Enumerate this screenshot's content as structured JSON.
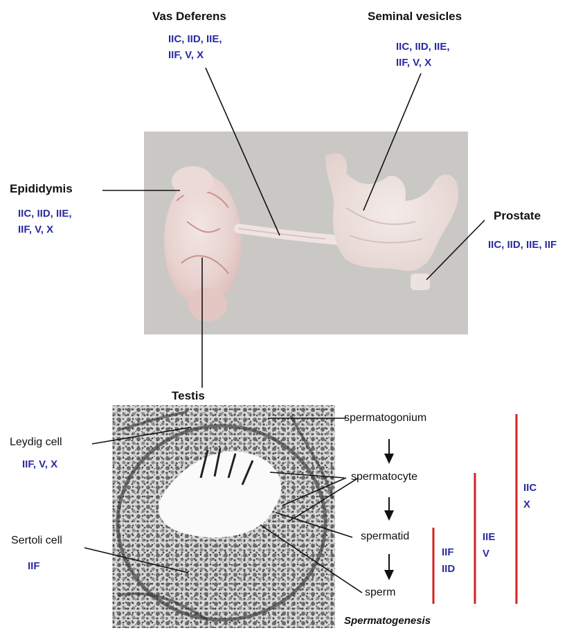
{
  "labels": {
    "vas_deferens": {
      "name": "Vas Deferens",
      "codes": [
        "IIC, IID, IIE,",
        "IIF, V, X"
      ]
    },
    "seminal_vesicles": {
      "name": "Seminal vesicles",
      "codes": [
        "IIC, IID, IIE,",
        "IIF, V, X"
      ]
    },
    "epididymis": {
      "name": "Epididymis",
      "codes": [
        "IIC, IID, IIE,",
        "IIF, V, X"
      ]
    },
    "prostate": {
      "name": "Prostate",
      "codes": [
        "IIC, IID, IIE, IIF"
      ]
    },
    "testis": {
      "name": "Testis"
    },
    "leydig": {
      "name": "Leydig cell",
      "codes": [
        "IIF, V, X"
      ]
    },
    "sertoli": {
      "name": "Sertoli cell",
      "codes": [
        "IIF"
      ]
    }
  },
  "spermatogenesis": {
    "title": "Spermatogenesis",
    "stages": [
      "spermatogonium",
      "spermatocyte",
      "spermatid",
      "sperm"
    ]
  },
  "bars": {
    "short": [
      "IIF",
      "IID"
    ],
    "middle": [
      "IIE",
      "V"
    ],
    "long": [
      "IIC",
      "X"
    ]
  },
  "colors": {
    "code_blue": "#2a2aa0",
    "bar_red": "#d42020",
    "photo_bg": "#c9c8c4"
  },
  "icons": [
    "arrow-down-icon"
  ]
}
